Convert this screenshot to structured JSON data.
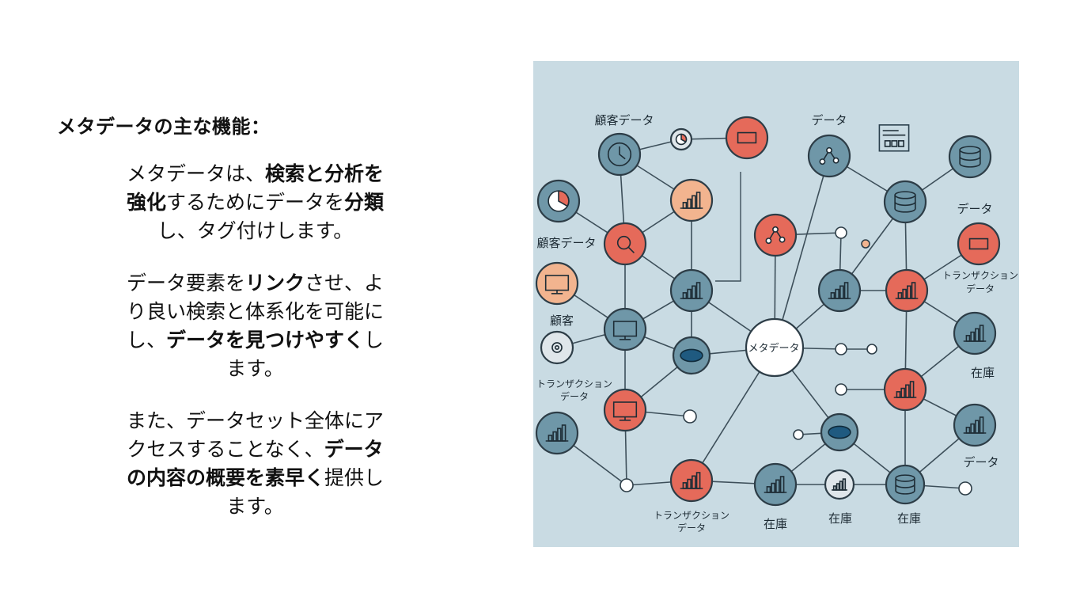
{
  "heading": "メタデータの主な機能：",
  "paragraphs": [
    [
      {
        "t": "メタデータは、",
        "b": false
      },
      {
        "t": "検索と分析を強化",
        "b": true
      },
      {
        "t": "するためにデータを",
        "b": false
      },
      {
        "t": "分類",
        "b": true
      },
      {
        "t": "し、タグ付けします。",
        "b": false
      }
    ],
    [
      {
        "t": "データ要素を",
        "b": false
      },
      {
        "t": "リンク",
        "b": true
      },
      {
        "t": "させ、より良い検索と体系化を可能にし、",
        "b": false
      },
      {
        "t": "データを見つけやすく",
        "b": true
      },
      {
        "t": "します。",
        "b": false
      }
    ],
    [
      {
        "t": "また、データセット全体にアクセスすることなく、",
        "b": false
      },
      {
        "t": "データの内容の概要を素早く",
        "b": true
      },
      {
        "t": "提供します。",
        "b": false
      }
    ]
  ],
  "diagram": {
    "center_label": "メタデータ",
    "labels": {
      "customer_data_top": "顧客データ",
      "data_top": "データ",
      "data_right": "データ",
      "customer_data_left": "顧客データ",
      "transaction_right_1": "トランザクション",
      "transaction_right_2": "データ",
      "customer_left": "顧客",
      "inventory_right": "在庫",
      "transaction_left_1": "トランザクション",
      "transaction_left_2": "データ",
      "data_bottom_right": "データ",
      "transaction_bottom_1": "トランザクション",
      "transaction_bottom_2": "データ",
      "inventory_bottom_1": "在庫",
      "inventory_bottom_2": "在庫",
      "inventory_bottom_3": "在庫"
    },
    "colors": {
      "background": "#c9dbe3",
      "blue_node": "#6f97a8",
      "red_node": "#e56a5a",
      "peach_node": "#f2b48f",
      "line": "#3d4f5a"
    }
  }
}
